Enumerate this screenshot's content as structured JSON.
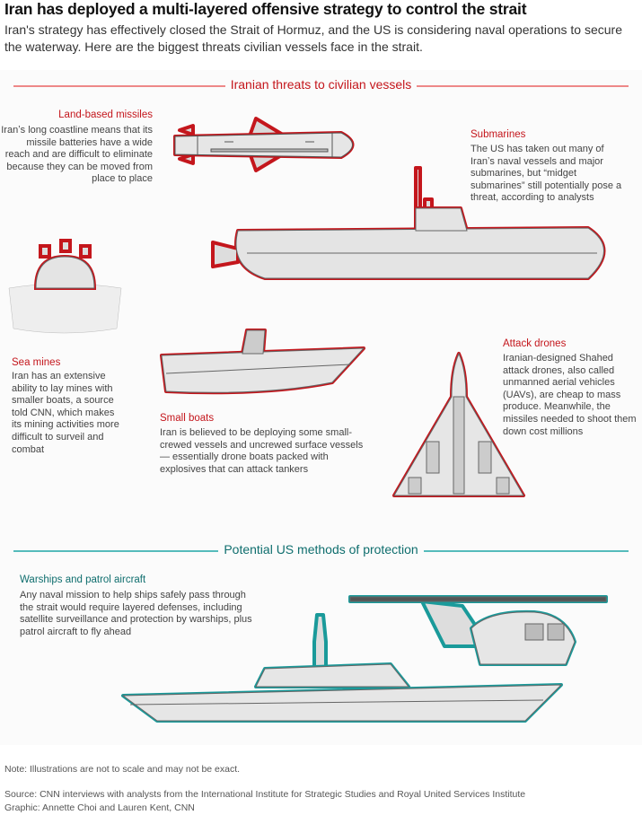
{
  "header": {
    "title": "Iran has deployed a multi-layered offensive strategy to control the strait",
    "subtitle": "Iran's strategy has effectively closed the Strait of Hormuz, and the US is considering naval operations to secure the waterway. Here are the biggest threats civilian vessels face in the strait."
  },
  "threats": {
    "section_title": "Iranian threats to civilian vessels",
    "accent_color": "#c4161c",
    "items": [
      {
        "title": "Land-based missiles",
        "text": "Iranʼs long coastline means that its missile batteries have a wide reach and are difficult to eliminate because they can be moved from place to place"
      },
      {
        "title": "Submarines",
        "text": "The US has taken out many of Iranʼs naval vessels and major submarines, but “midget submarines” still potentially pose a threat, according to analysts"
      },
      {
        "title": "Sea mines",
        "text": "Iran has an extensive ability to lay mines with smaller boats, a source told CNN, which makes its mining activities more difficult to surveil and combat"
      },
      {
        "title": "Small boats",
        "text": "Iran is believed to be deploying some small-crewed vessels and uncrewed surface vessels — essentially drone boats packed with explosives that can attack tankers"
      },
      {
        "title": "Attack drones",
        "text": "Iranian-designed Shahed attack drones, also called unmanned aerial vehicles (UAVs), are cheap to mass produce. Meanwhile, the missiles needed to shoot them down cost millions"
      }
    ]
  },
  "protection": {
    "section_title": "Potential US methods of protection",
    "accent_color": "#1a9a9a",
    "items": [
      {
        "title": "Warships and patrol aircraft",
        "text": "Any naval mission to help ships safely pass through the strait would require layered defenses, including satellite surveillance and protection by warships, plus patrol aircraft to fly ahead"
      }
    ]
  },
  "footer": {
    "note": "Note: Illustrations are not to scale and may not be exact.",
    "source": "Source: CNN interviews with analysts from the International Institute for Strategic Studies and Royal United Services Institute",
    "credit": "Graphic: Annette Choi and Lauren Kent, CNN"
  }
}
